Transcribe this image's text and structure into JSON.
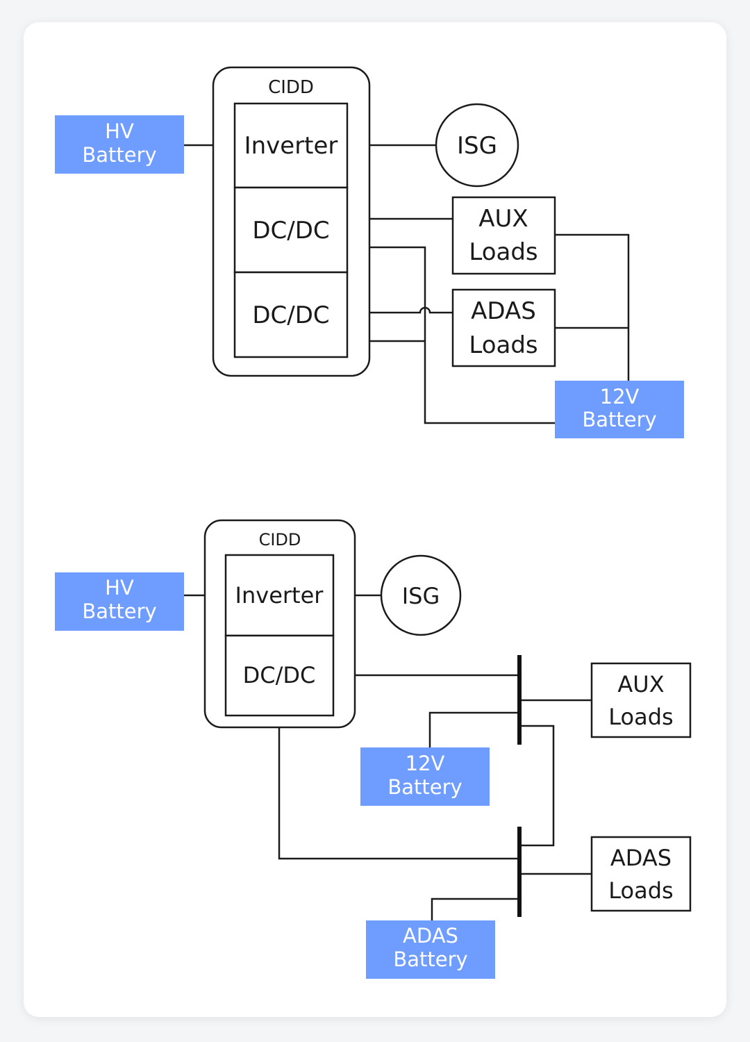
{
  "top": {
    "hv_battery": [
      "HV",
      "Battery"
    ],
    "cidd": "CIDD",
    "inverter": "Inverter",
    "dcdc_1": "DC/DC",
    "dcdc_2": "DC/DC",
    "isg": "ISG",
    "aux_loads": [
      "AUX",
      "Loads"
    ],
    "adas_loads": [
      "ADAS",
      "Loads"
    ],
    "battery_12v": [
      "12V",
      "Battery"
    ]
  },
  "bottom": {
    "hv_battery": [
      "HV",
      "Battery"
    ],
    "cidd": "CIDD",
    "inverter": "Inverter",
    "dcdc": "DC/DC",
    "isg": "ISG",
    "aux_loads": [
      "AUX",
      "Loads"
    ],
    "battery_12v": [
      "12V",
      "Battery"
    ],
    "adas_loads": [
      "ADAS",
      "Loads"
    ],
    "adas_battery": [
      "ADAS",
      "Battery"
    ]
  },
  "colors": {
    "battery_fill": "#6f9cff",
    "line": "#1a1a1a",
    "card": "#ffffff",
    "background": "#f4f5f7"
  }
}
